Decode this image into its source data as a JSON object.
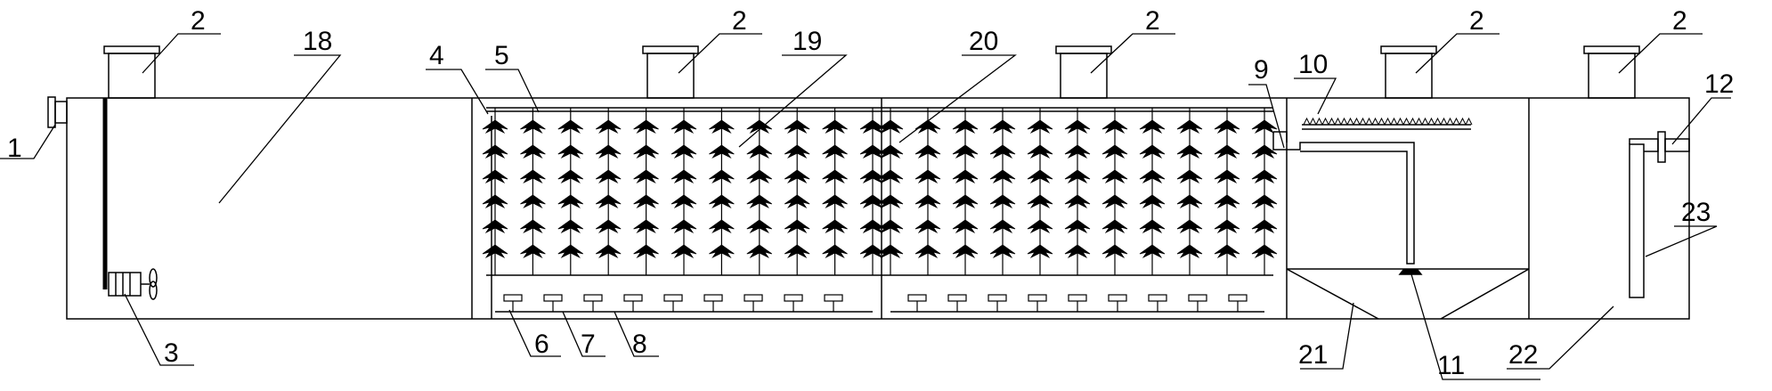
{
  "labels": {
    "1": "1",
    "2": "2",
    "3": "3",
    "4": "4",
    "5": "5",
    "6": "6",
    "7": "7",
    "8": "8",
    "9": "9",
    "10": "10",
    "11": "11",
    "12": "12",
    "18": "18",
    "19": "19",
    "20": "20",
    "21": "21",
    "22": "22",
    "23": "23"
  },
  "colors": {
    "stroke": "#000000",
    "background": "#ffffff"
  }
}
